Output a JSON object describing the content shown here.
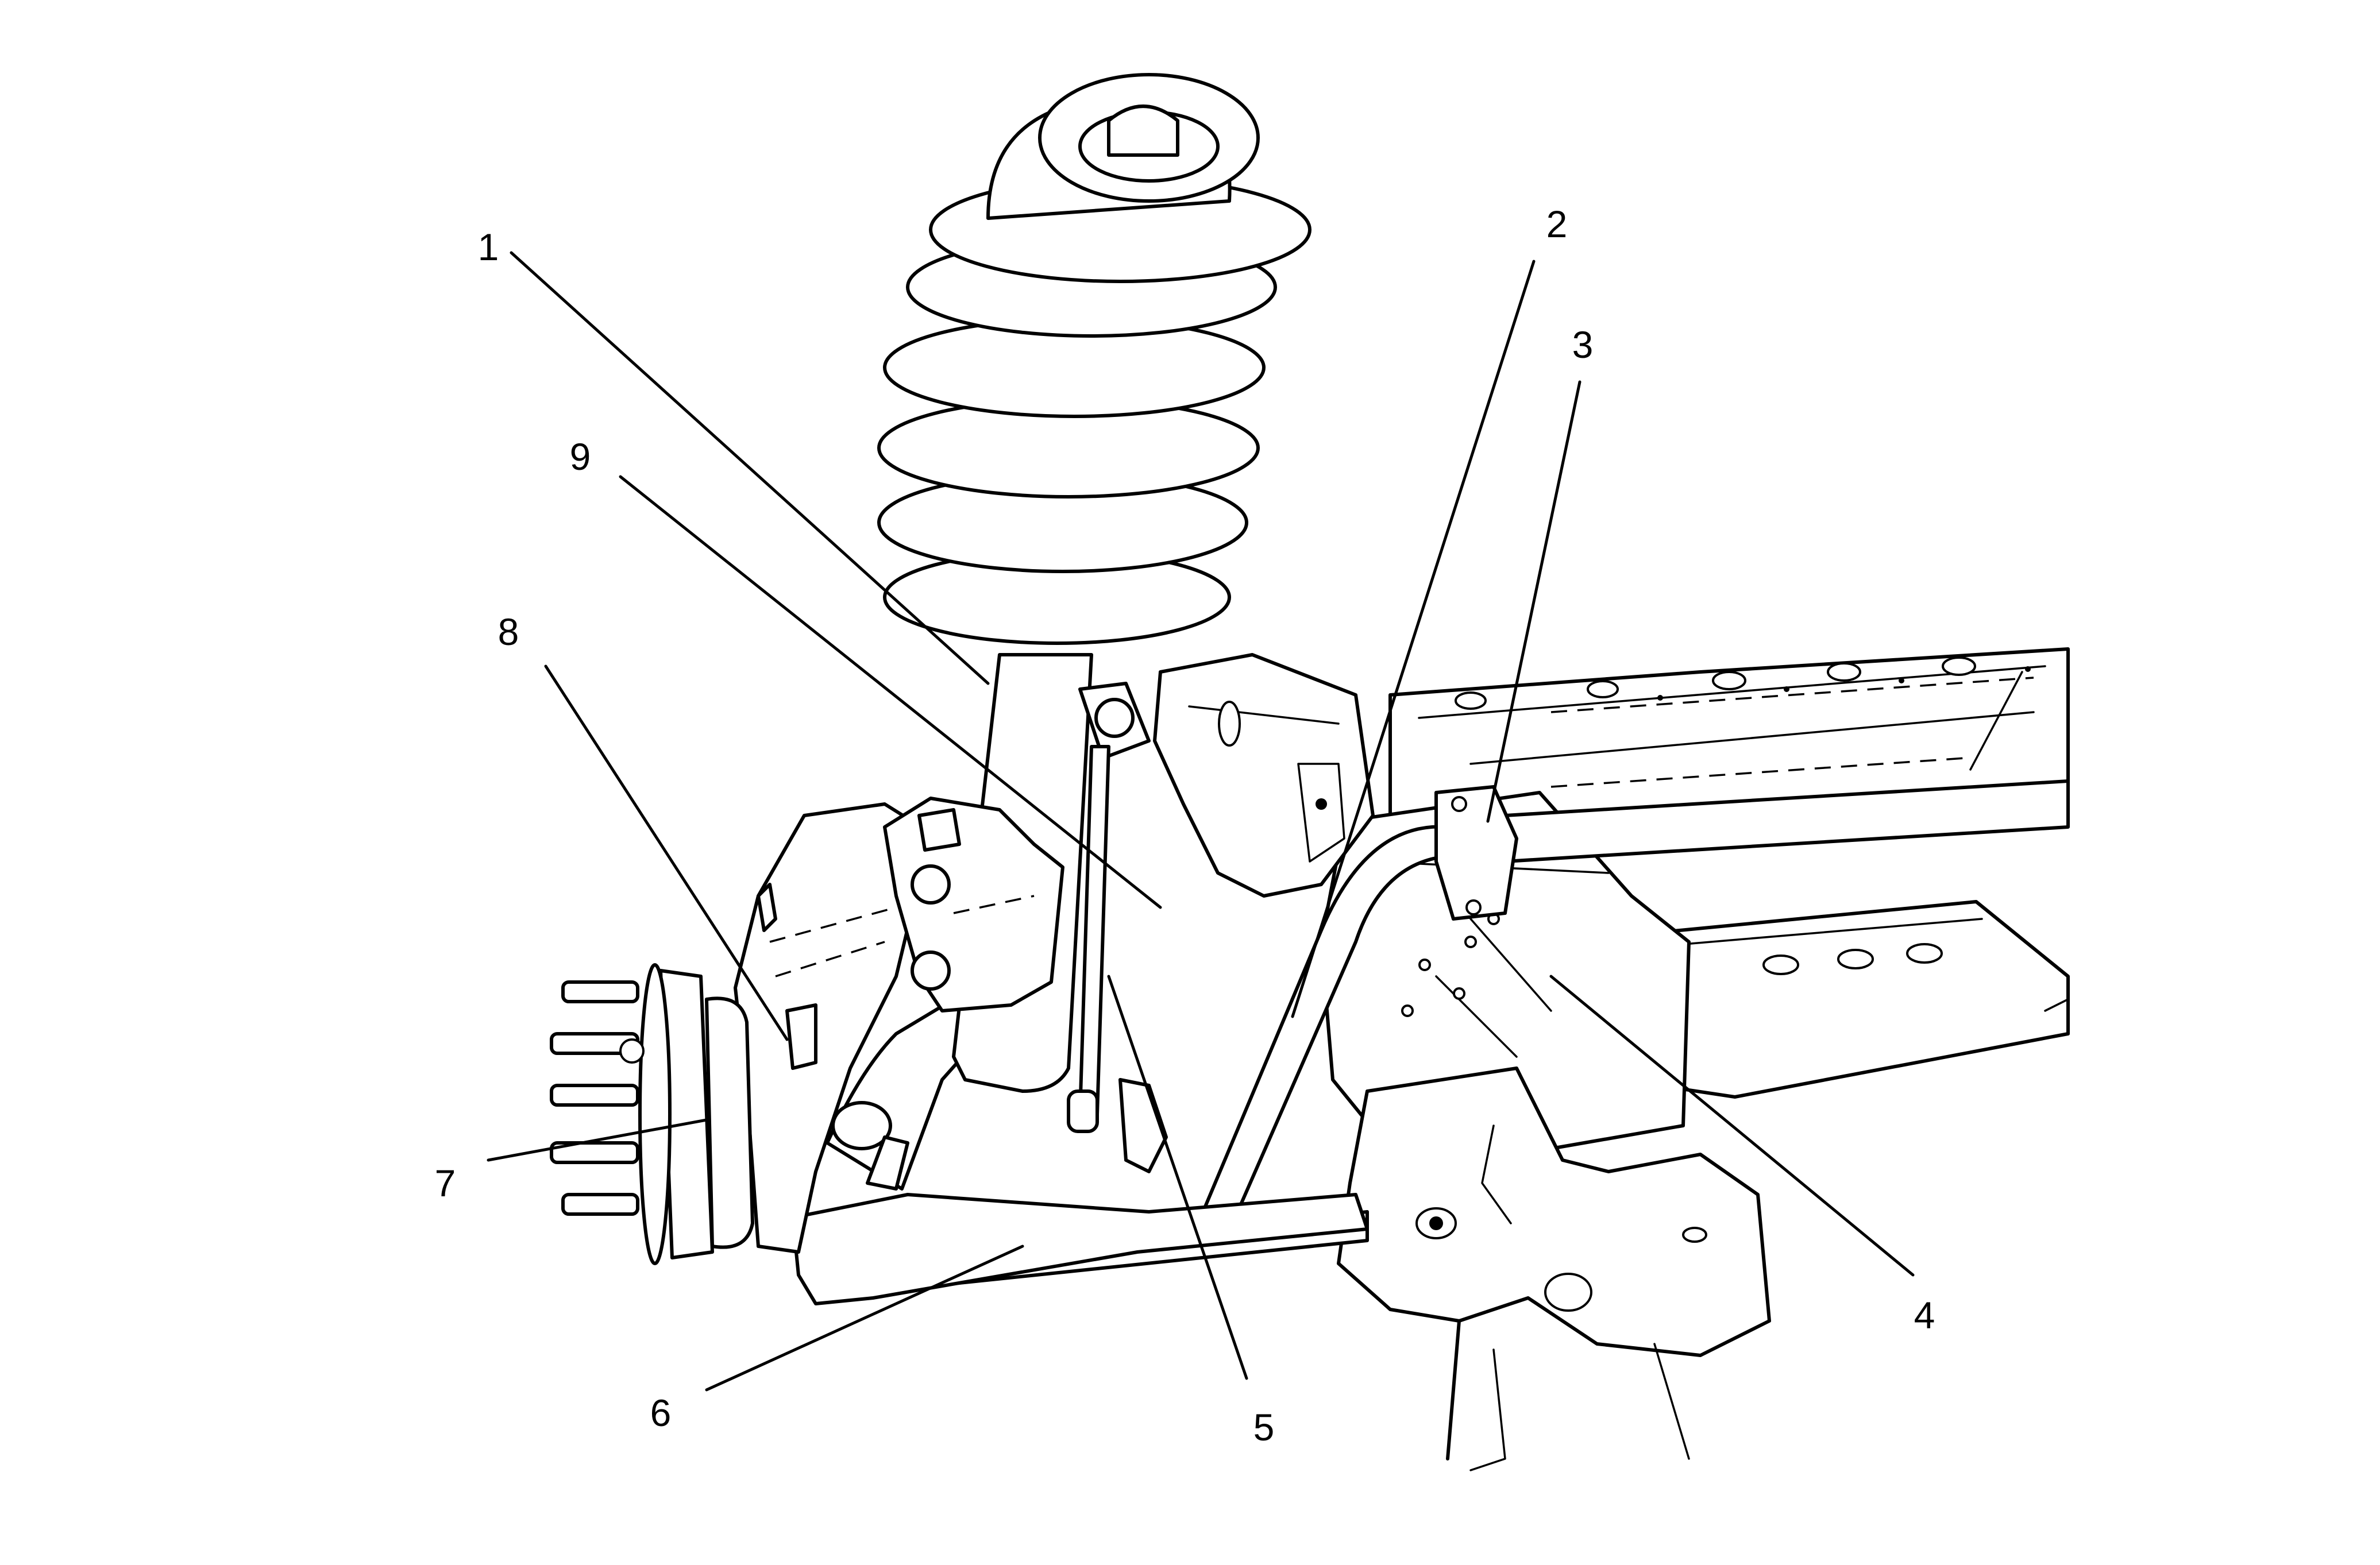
{
  "figure": {
    "callouts": [
      {
        "id": "1",
        "label": "1"
      },
      {
        "id": "2",
        "label": "2"
      },
      {
        "id": "3",
        "label": "3"
      },
      {
        "id": "4",
        "label": "4"
      },
      {
        "id": "5",
        "label": "5"
      },
      {
        "id": "6",
        "label": "6"
      },
      {
        "id": "7",
        "label": "7"
      },
      {
        "id": "8",
        "label": "8"
      },
      {
        "id": "9",
        "label": "9"
      }
    ]
  }
}
